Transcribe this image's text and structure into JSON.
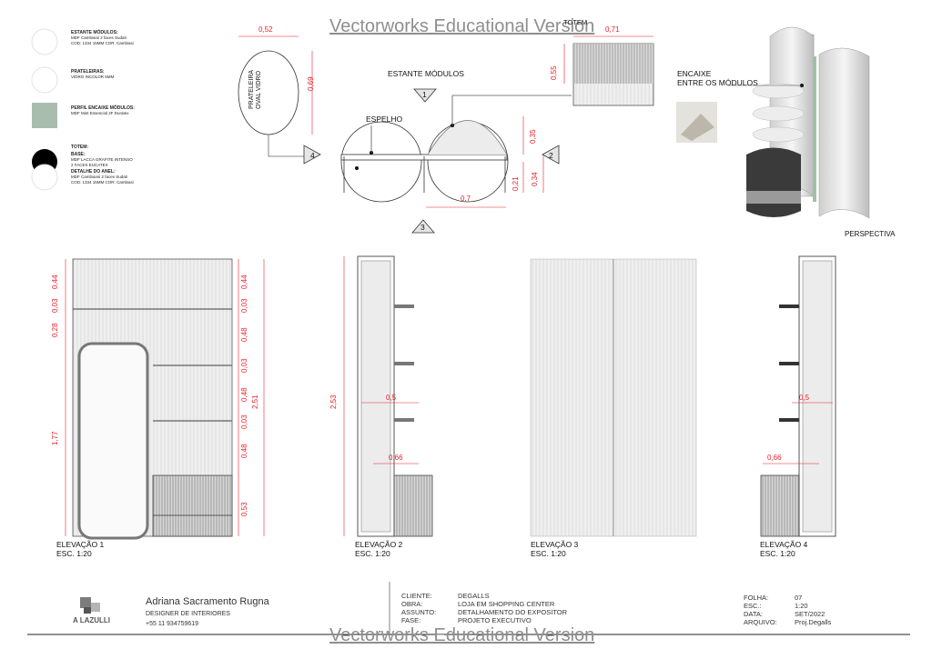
{
  "watermark": "Vectorworks Educational Version",
  "legend": [
    {
      "title": "ESTANTE MÓDULOS:",
      "lines": [
        "MDF Cambianii 2 faces Sudati",
        "COD: 1334 15MM COR: Cambiasi"
      ],
      "color": "#ffffff"
    },
    {
      "title": "PRATELEIRAS:",
      "lines": [
        "VIDRO INCOLOR 5MM"
      ],
      "color": "#ffffff"
    },
    {
      "title": "PERFIL ENCAIXE MÓDULOS:",
      "lines": [
        "MDF Mint Essencial 2F Duratex"
      ],
      "color": "#a9bdae"
    },
    {
      "title": "TOTEM:",
      "lines": [],
      "color": "#000000"
    },
    {
      "title": "BASE:",
      "lines": [
        "MDF LACCA GRAFITE INTENSO",
        "2 FACES EUCATEX"
      ],
      "color": ""
    },
    {
      "title": "DETALHE DO ANEL:",
      "lines": [
        "MDF Cambiansi 2 faces Sudati",
        "COD: 1334 15MM COR: Cambiasi"
      ],
      "color": ""
    }
  ],
  "plan": {
    "shelf_label": "PRATELEIRA OVAL VIDRO",
    "totem_label": "TOTEM",
    "modules_label": "ESTANTE MÓDULOS",
    "mirror_label": "ESPELHO",
    "markers": [
      "1",
      "2",
      "3",
      "4"
    ],
    "dims": {
      "shelf_w": "0,52",
      "shelf_h": "0,69",
      "totem_w": "0,71",
      "totem_h": "0,55",
      "dome": "0,35",
      "r1": "0,34",
      "r2": "0,21",
      "width": "0,7"
    }
  },
  "perspective": {
    "encaixe_label_1": "ENCAIXE",
    "encaixe_label_2": "ENTRE OS MÓDULOS",
    "title": "PERSPECTIVA"
  },
  "elev1": {
    "left_dims": [
      "0,44",
      "0,03",
      "0,28",
      "1,77"
    ],
    "right_dims": [
      "0,44",
      "0,03",
      "0,48",
      "0,03",
      "0,48",
      "0,03",
      "0,48",
      "0,53"
    ],
    "total": "2,51",
    "label": "ELEVAÇÃO 1",
    "scale": "ESC. 1:20"
  },
  "elev2": {
    "height": "2,53",
    "shelf": "0,5",
    "base": "0,66",
    "label": "ELEVAÇÃO 2",
    "scale": "ESC. 1:20"
  },
  "elev3": {
    "label": "ELEVAÇÃO 3",
    "scale": "ESC. 1:20"
  },
  "elev4": {
    "shelf": "0,5",
    "base": "0,66",
    "label": "ELEVAÇÃO 4",
    "scale": "ESC. 1:20"
  },
  "titleblock": {
    "logo_text": "A LAZULLI",
    "designer": "Adriana Sacramento Rugna",
    "role": "DESIGNER DE INTERIORES",
    "phone": "+55 11 934759619",
    "fields": [
      {
        "k": "CLIENTE:",
        "v": "DEGALLS"
      },
      {
        "k": "OBRA:",
        "v": "LOJA EM SHOPPING CENTER"
      },
      {
        "k": "ASSUNTO:",
        "v": "DETALHAMENTO DO EXPOSITOR"
      },
      {
        "k": "FASE:",
        "v": "PROJETO EXECUTIVO"
      }
    ],
    "sheet": [
      {
        "k": "FOLHA:",
        "v": "07"
      },
      {
        "k": "ESC.:",
        "v": "1:20"
      },
      {
        "k": "DATA:",
        "v": "SET/2022"
      },
      {
        "k": "ARQUIVO:",
        "v": "Proj.Degalls"
      }
    ]
  }
}
